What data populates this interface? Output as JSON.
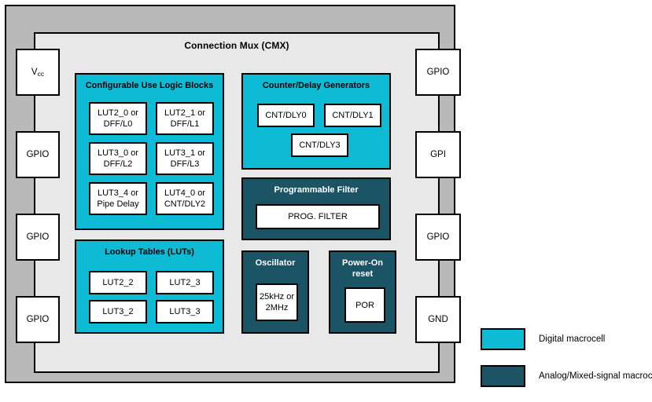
{
  "diagram": {
    "chip": {
      "cmx_title": "Connection Mux (CMX)"
    },
    "pins_left": [
      {
        "label": "V",
        "sub": "cc",
        "name": "pin-vcc"
      },
      {
        "label": "GPIO",
        "sub": "",
        "name": "pin-gpio-left-1"
      },
      {
        "label": "GPIO",
        "sub": "",
        "name": "pin-gpio-left-2"
      },
      {
        "label": "GPIO",
        "sub": "",
        "name": "pin-gpio-left-3"
      }
    ],
    "pins_right": [
      {
        "label": "GPIO",
        "name": "pin-gpio-right-1"
      },
      {
        "label": "GPI",
        "name": "pin-gpi-right"
      },
      {
        "label": "GPIO",
        "name": "pin-gpio-right-2"
      },
      {
        "label": "GND",
        "name": "pin-gnd"
      }
    ],
    "groups": {
      "clb": {
        "title": "Configurable Use Logic Blocks",
        "kind": "digital",
        "cells": [
          "LUT2_0 or\nDFF/L0",
          "LUT2_1 or\nDFF/L1",
          "LUT3_0 or\nDFF/L2",
          "LUT3_1 or\nDFF/L3",
          "LUT3_4 or\nPipe Delay",
          "LUT4_0 or\nCNT/DLY2"
        ]
      },
      "luts": {
        "title": "Lookup Tables (LUTs)",
        "kind": "digital",
        "cells": [
          "LUT2_2",
          "LUT2_3",
          "LUT3_2",
          "LUT3_3"
        ]
      },
      "counters": {
        "title": "Counter/Delay Generators",
        "kind": "digital",
        "cells": [
          "CNT/DLY0",
          "CNT/DLY1",
          "CNT/DLY3"
        ]
      },
      "filter": {
        "title": "Programmable Filter",
        "kind": "analog",
        "cells": [
          "PROG. FILTER"
        ]
      },
      "oscillator": {
        "title": "Oscillator",
        "kind": "analog",
        "cells": [
          "25kHz or\n2MHz"
        ]
      },
      "por": {
        "title": "Power-On\nreset",
        "kind": "analog",
        "cells": [
          "POR"
        ]
      }
    },
    "legend": [
      {
        "label": "Digital macrocell",
        "color": "#0dbcd4",
        "kind": "digital"
      },
      {
        "label": "Analog/Mixed-signal macrocell",
        "color": "#1b5465",
        "kind": "analog"
      }
    ]
  }
}
